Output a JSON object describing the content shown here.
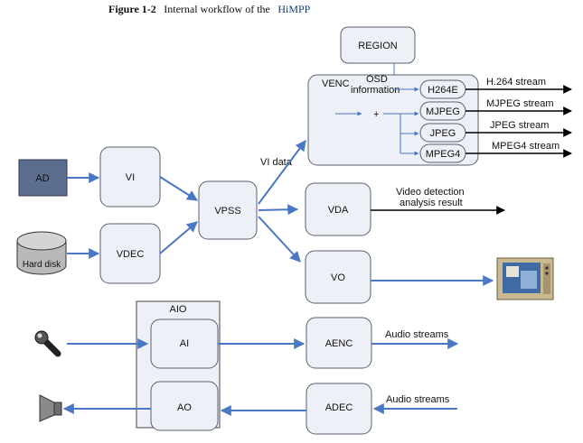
{
  "figure": {
    "number": "Figure 1-2",
    "title": "Internal workflow of the",
    "title_accent": "HiMPP"
  },
  "modules": {
    "region": "REGION",
    "venc": "VENC",
    "osd": "OSD",
    "osd_info": "information",
    "plus": "+",
    "h264e": "H264E",
    "mjpeg": "MJPEG",
    "jpeg": "JPEG",
    "mpeg4": "MPEG4",
    "ad": "AD",
    "vi": "VI",
    "vdec": "VDEC",
    "hard_disk": "Hard disk",
    "vpss": "VPSS",
    "vda": "VDA",
    "vo": "VO",
    "aio": "AIO",
    "ai": "AI",
    "ao": "AO",
    "aenc": "AENC",
    "adec": "ADEC"
  },
  "labels": {
    "vi_data": "VI data",
    "h264_stream": "H.264 stream",
    "mjpeg_stream": "MJPEG stream",
    "jpeg_stream": "JPEG stream",
    "mpeg4_stream": "MPEG4 stream",
    "vda_result_1": "Video detection",
    "vda_result_2": "analysis result",
    "audio_out": "Audio streams",
    "audio_in": "Audio streams"
  },
  "icons": {
    "display": "monitor-icon",
    "microphone": "microphone-icon",
    "speaker": "speaker-icon"
  },
  "colors": {
    "box_fill": "#eef0f8",
    "ad_fill": "#5b6e8f",
    "flow_arrow": "#4a78c2",
    "output_arrow": "#000000"
  }
}
